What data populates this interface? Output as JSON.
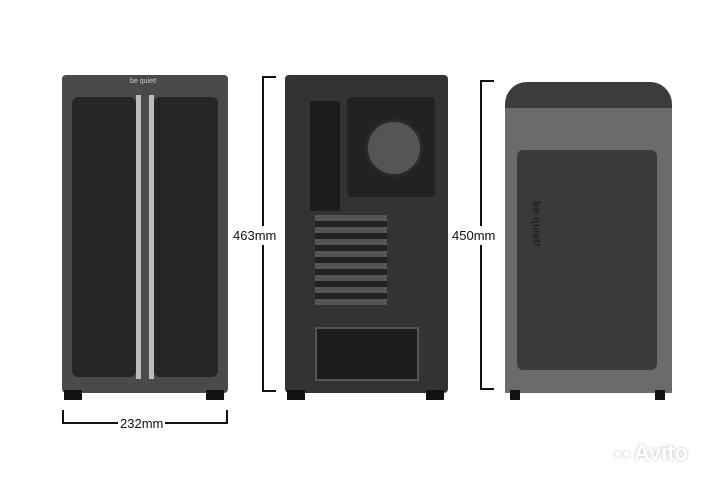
{
  "dimensions": {
    "width": "232mm",
    "height_back": "463mm",
    "depth": "450mm"
  },
  "front": {
    "brand": "be quiet!"
  },
  "side": {
    "brand": "be quiet!"
  },
  "watermark": {
    "text": "Avito"
  },
  "colors": {
    "case_dark": "#3a3a3a",
    "case_grey": "#6b6b6b",
    "glass": "#2a2a2a",
    "line": "#111111"
  }
}
